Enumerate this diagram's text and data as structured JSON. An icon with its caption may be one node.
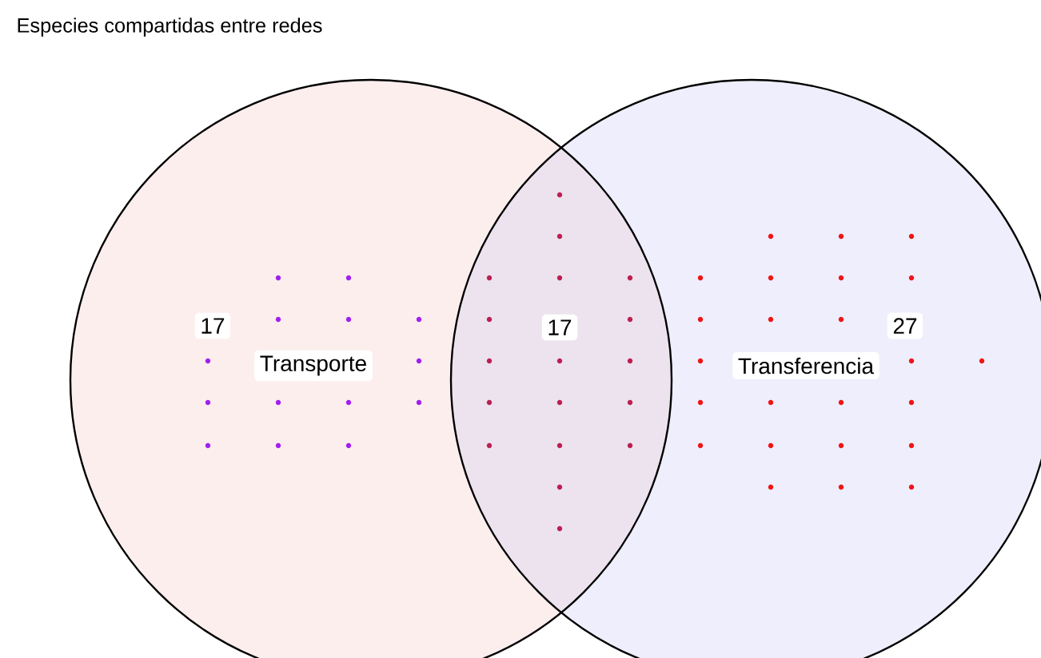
{
  "diagram": {
    "title": "Especies compartidas entre redes",
    "nodes": [
      {
        "text": [
          "17",
          "Transporte"
        ]
      },
      {
        "text": [
          "27",
          "Transferencia"
        ]
      }
    ],
    "labels": [
      "17"
    ]
  }
}
